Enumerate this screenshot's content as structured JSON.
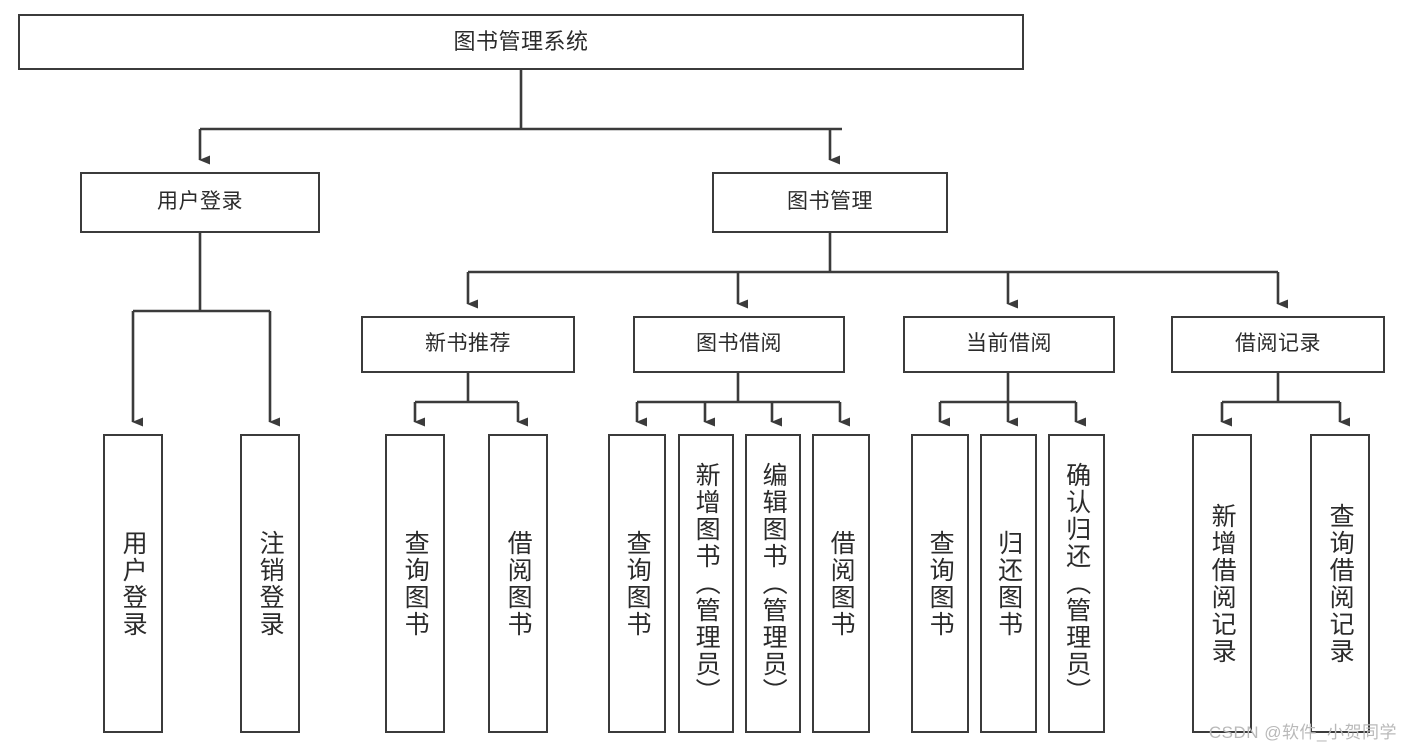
{
  "diagram": {
    "type": "tree",
    "title": "图书管理系统",
    "orientation": "top-down",
    "colors": {
      "background": "#ffffff",
      "node_border": "#3b3b3b",
      "node_fill": "#ffffff",
      "text": "#2b2b2b",
      "edge": "#3b3b3b",
      "watermark": "#b9b9b9"
    },
    "watermark": "CSDN @软件_小贺同学",
    "nodes": {
      "root": {
        "label": "图书管理系统"
      },
      "level2": [
        {
          "label": "用户登录"
        },
        {
          "label": "图书管理"
        }
      ],
      "level3": [
        {
          "label": "新书推荐"
        },
        {
          "label": "图书借阅"
        },
        {
          "label": "当前借阅"
        },
        {
          "label": "借阅记录"
        }
      ],
      "leaves": {
        "user_login": [
          {
            "label": "用户登录"
          },
          {
            "label": "注销登录"
          }
        ],
        "new_book": [
          {
            "label": "查询图书"
          },
          {
            "label": "借阅图书"
          }
        ],
        "book_borrow": [
          {
            "label": "查询图书"
          },
          {
            "label": "新增图书（管理员）"
          },
          {
            "label": "编辑图书（管理员）"
          },
          {
            "label": "借阅图书"
          }
        ],
        "current_borrow": [
          {
            "label": "查询图书"
          },
          {
            "label": "归还图书"
          },
          {
            "label": "确认归还（管理员）"
          }
        ],
        "borrow_record": [
          {
            "label": "新增借阅记录"
          },
          {
            "label": "查询借阅记录"
          }
        ]
      }
    }
  }
}
